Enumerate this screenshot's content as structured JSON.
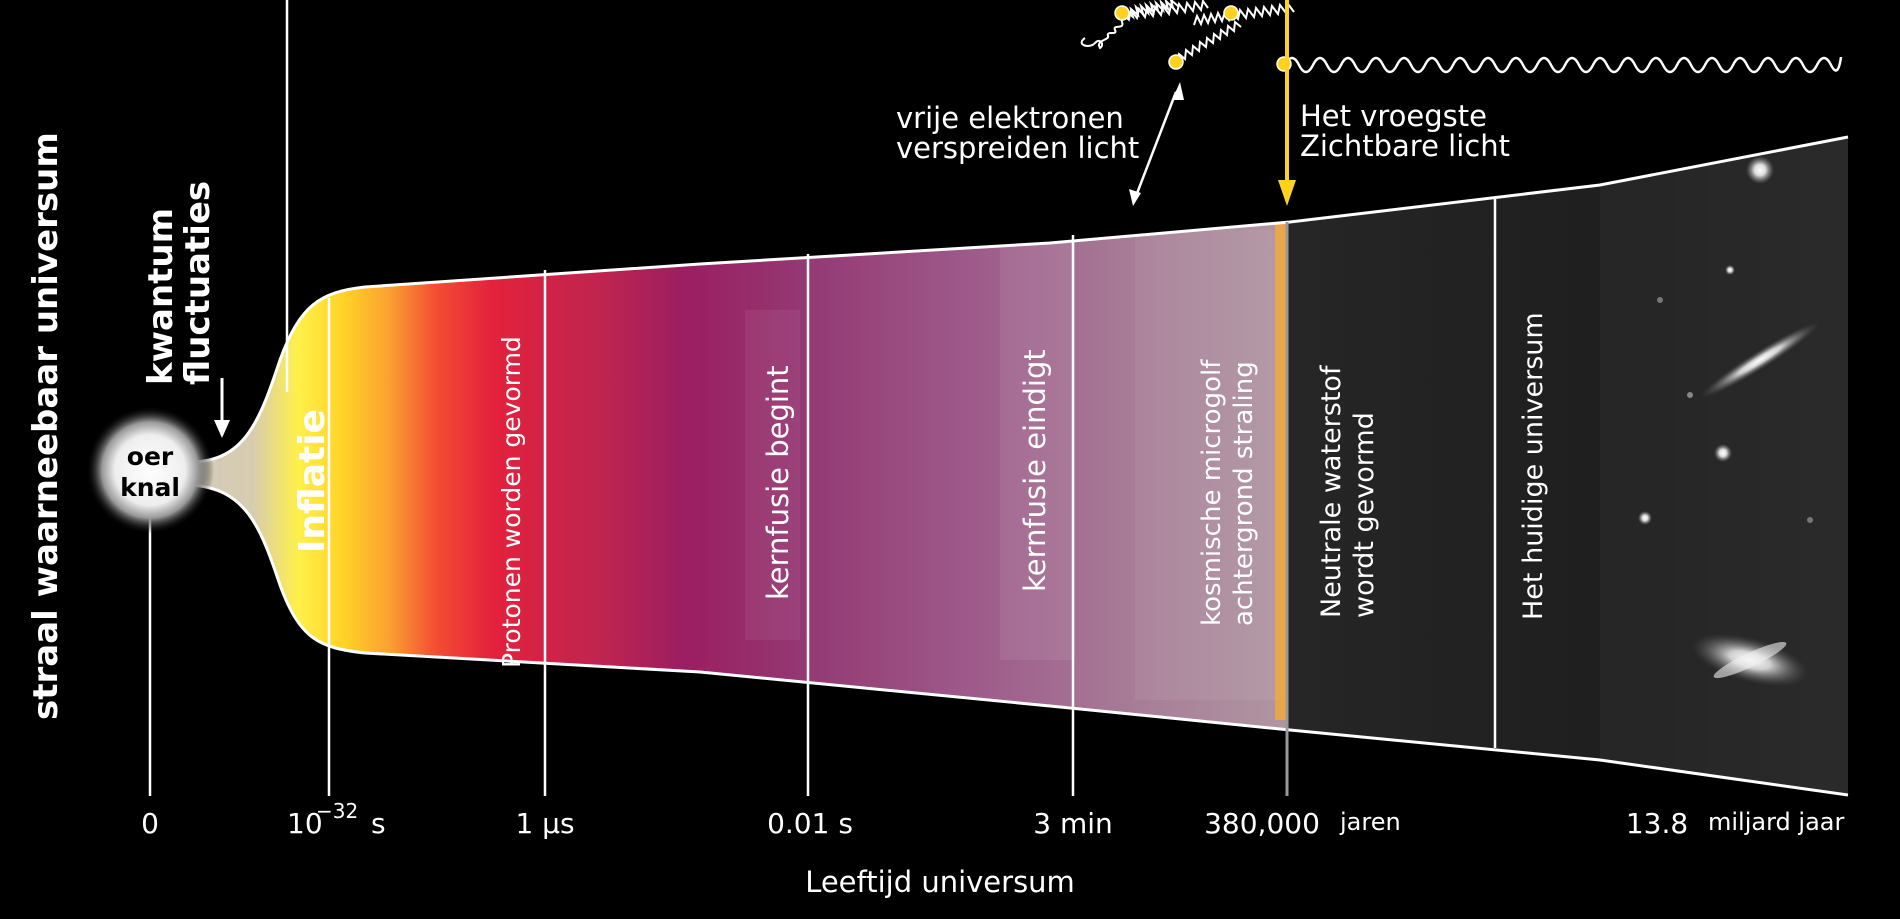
{
  "y_axis_label": "straal waarneebaar universum",
  "x_axis_label": "Leeftijd universum",
  "big_bang_label_line1": "oer",
  "big_bang_label_line2": "knal",
  "quantum_label_line1": "kwantum",
  "quantum_label_line2": "fluctuaties",
  "annotations": {
    "electrons_line1": "vrije elektronen",
    "electrons_line2": "verspreiden licht",
    "light_line1": "Het vroegste",
    "light_line2": "Zichtbare licht"
  },
  "epochs": {
    "inflation": "Inflatie",
    "protons": "Protonen worden gevormd",
    "fusion_start": "kernfusie begint",
    "fusion_end": "kernfusie eindigt",
    "cmb_line1": "kosmische microgolf",
    "cmb_line2": "achtergrond straling",
    "hydrogen_line1": "Neutrale waterstof",
    "hydrogen_line2": "wordt gevormd",
    "today": "Het huidige universum"
  },
  "ticks": {
    "t0": "0",
    "t1_base": "10",
    "t1_exp": "−32",
    "t1_unit": "s",
    "t2": "1 µs",
    "t3": "0.01 s",
    "t4": "3 min",
    "t5": "380,000",
    "t5_unit": "jaren",
    "t6": "13.8",
    "t6_unit": "miljard jaar"
  },
  "colors": {
    "accent_yellow": "#ffd21f",
    "cone_outline": "#ffffff"
  }
}
